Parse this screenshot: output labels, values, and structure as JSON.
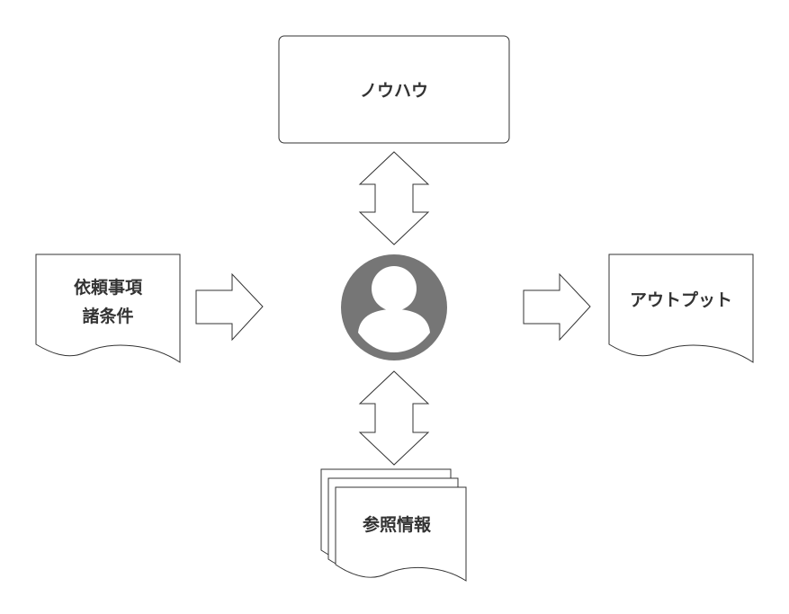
{
  "nodes": {
    "knowhow": {
      "label": "ノウハウ"
    },
    "request": {
      "line1": "依頼事項",
      "line2": "諸条件"
    },
    "output": {
      "label": "アウトプット"
    },
    "reference": {
      "label": "参照情報"
    }
  },
  "colors": {
    "stroke": "#333333",
    "fill": "#ffffff",
    "person_icon": "#767676"
  }
}
